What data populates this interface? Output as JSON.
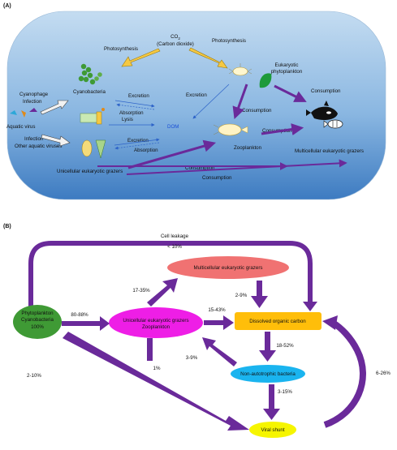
{
  "panel_a": {
    "label": "(A)",
    "co2": {
      "formula": "CO",
      "subscript": "2",
      "name": "(Carbon dioxide)"
    },
    "photosynthesis_left": "Photosynthesis",
    "photosynthesis_right": "Photosynthesis",
    "eukaryotic": "Eukaryotic",
    "phytoplankton": "phytoplankton",
    "cyanophage": "Cyanophage",
    "infection": "Infection",
    "aquatic_virus": "Aquatic virus",
    "infection2": "Infection",
    "other_viruses": "Other aquatic viruses",
    "cyanobacteria": "Cyanobacteria",
    "excretion1": "Excretion",
    "absorption1": "Absorption",
    "lysis": "Lysis",
    "dom": "DOM",
    "excretion2": "Excretion",
    "absorption2": "Absorption",
    "excretion3": "Excretion",
    "consumption_top": "Consumption",
    "consumption_mid": "Consumption",
    "consumption_zoo": "Consumption",
    "zooplankton": "Zooplankton",
    "multicellular": "Multicellular eukaryotic grazers",
    "unicellular": "Unicellular eukaryotic grazers",
    "consumption_b1": "Consumption",
    "consumption_b2": "Consumption"
  },
  "panel_b": {
    "label": "(B)",
    "cell_leakage": "Cell leakage",
    "cell_leakage_pct": "< 10%",
    "multicellular": "Multicellular eukaryotic grazers",
    "phyto_line1": "Phytoplankton",
    "phyto_line2": "Cyanobacteria",
    "phyto_line3": "100%",
    "uni_line1": "Unicellular eukaryotic grazers",
    "uni_line2": "Zooplankton",
    "doc": "Dissolved  organic carbon",
    "bacteria": "Non-autotrophic  bacteria",
    "viral": "Viral shunt",
    "p_80_88": "80-88%",
    "p_17_35": "17-35%",
    "p_15_43": "15-43%",
    "p_2_9": "2-9%",
    "p_3_9": "3-9%",
    "p_1": "1%",
    "p_18_52": "18-52%",
    "p_3_15": "3-15%",
    "p_2_10": "2-10%",
    "p_6_26": "6-26%"
  },
  "colors": {
    "arrow_purple": "#6a2a9a",
    "cloud_top": "#bcd7ef",
    "cloud_bottom": "#3f7fc4",
    "phyto_green": "#3f9a35",
    "unicellular_magenta": "#ee1ee6",
    "multicellular_salmon": "#f07272",
    "doc_orange": "#ffbe0a",
    "bacteria_cyan": "#1ab4ef",
    "viral_yellow": "#f6f500"
  }
}
